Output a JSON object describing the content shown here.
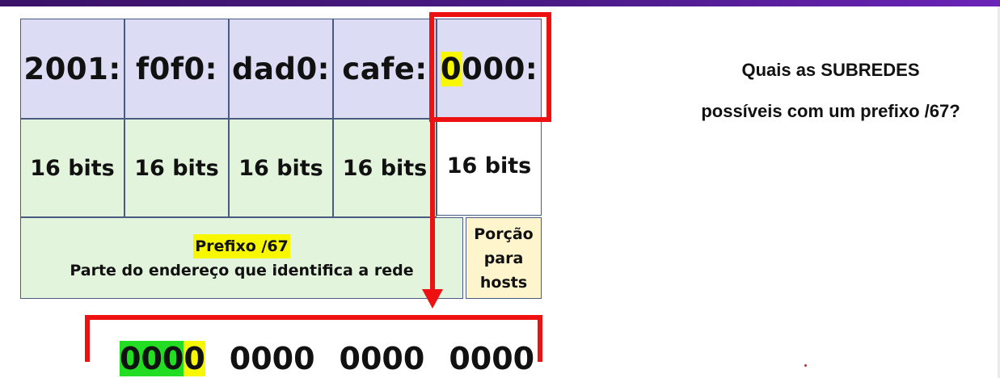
{
  "address_groups": [
    "2001:",
    "f0f0:",
    "dad0:",
    "cafe:"
  ],
  "fifth_group": {
    "highlighted_char": "0",
    "rest": "000:"
  },
  "bits_labels": [
    "16 bits",
    "16 bits",
    "16 bits",
    "16 bits",
    "16 bits"
  ],
  "prefix_box": {
    "label": "Prefixo /67",
    "description": "Parte do endereço que identifica a rede"
  },
  "host_box": {
    "line1": "Porção",
    "line2": "para",
    "line3": "hosts"
  },
  "binary": {
    "green_part": "000",
    "yellow_part": "0",
    "groups": [
      "0000",
      "0000",
      "0000"
    ]
  },
  "question": {
    "line1": "Quais as SUBREDES",
    "line2": "possíveis com um prefixo /67?"
  },
  "colors": {
    "hex_row_bg": "#dcdcf4",
    "bits_row_bg": "#e2f4dc",
    "host_bg": "#fff5cc",
    "highlight_yellow": "#f7f700",
    "highlight_green": "#22dd22",
    "red": "#ee1111"
  }
}
